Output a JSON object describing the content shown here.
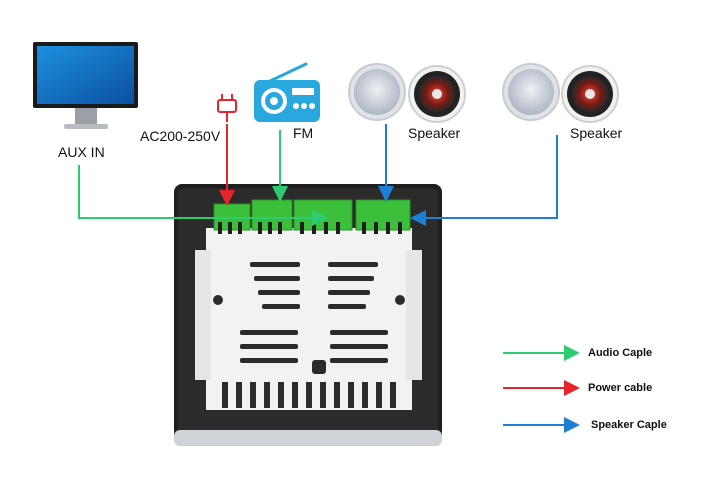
{
  "labels": {
    "aux_in": "AUX IN",
    "ac_power": "AC200-250V",
    "fm": "FM",
    "speaker_1": "Speaker",
    "speaker_2": "Speaker"
  },
  "legend": {
    "audio": "Audio Caple",
    "power": "Power cable",
    "speaker": "Speaker Caple"
  },
  "colors": {
    "audio": "#2ecc71",
    "power": "#e8242a",
    "speaker": "#1f7fd6",
    "terminal": "#3cc03c",
    "fm_radio": "#29a8e0",
    "panel": "#222222"
  },
  "icons": {
    "aux_source": "monitor-icon",
    "power": "power-plug-icon",
    "fm": "radio-icon",
    "speakers": "ceiling-speaker-icon"
  }
}
